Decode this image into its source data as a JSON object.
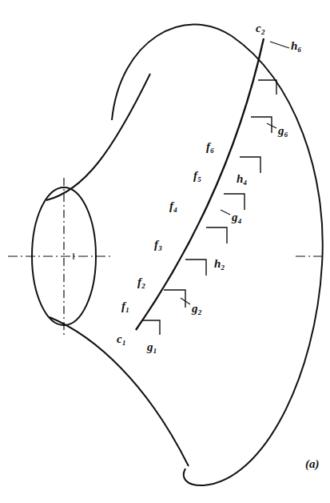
{
  "diagram": {
    "labels": [
      "c₁",
      "c₂",
      "f₁",
      "f₂",
      "f₃",
      "f₄",
      "f₅",
      "f₆",
      "g₁",
      "g₂",
      "g₄",
      "g₆",
      "h₂",
      "h₄",
      "h₆",
      "(a)"
    ]
  }
}
